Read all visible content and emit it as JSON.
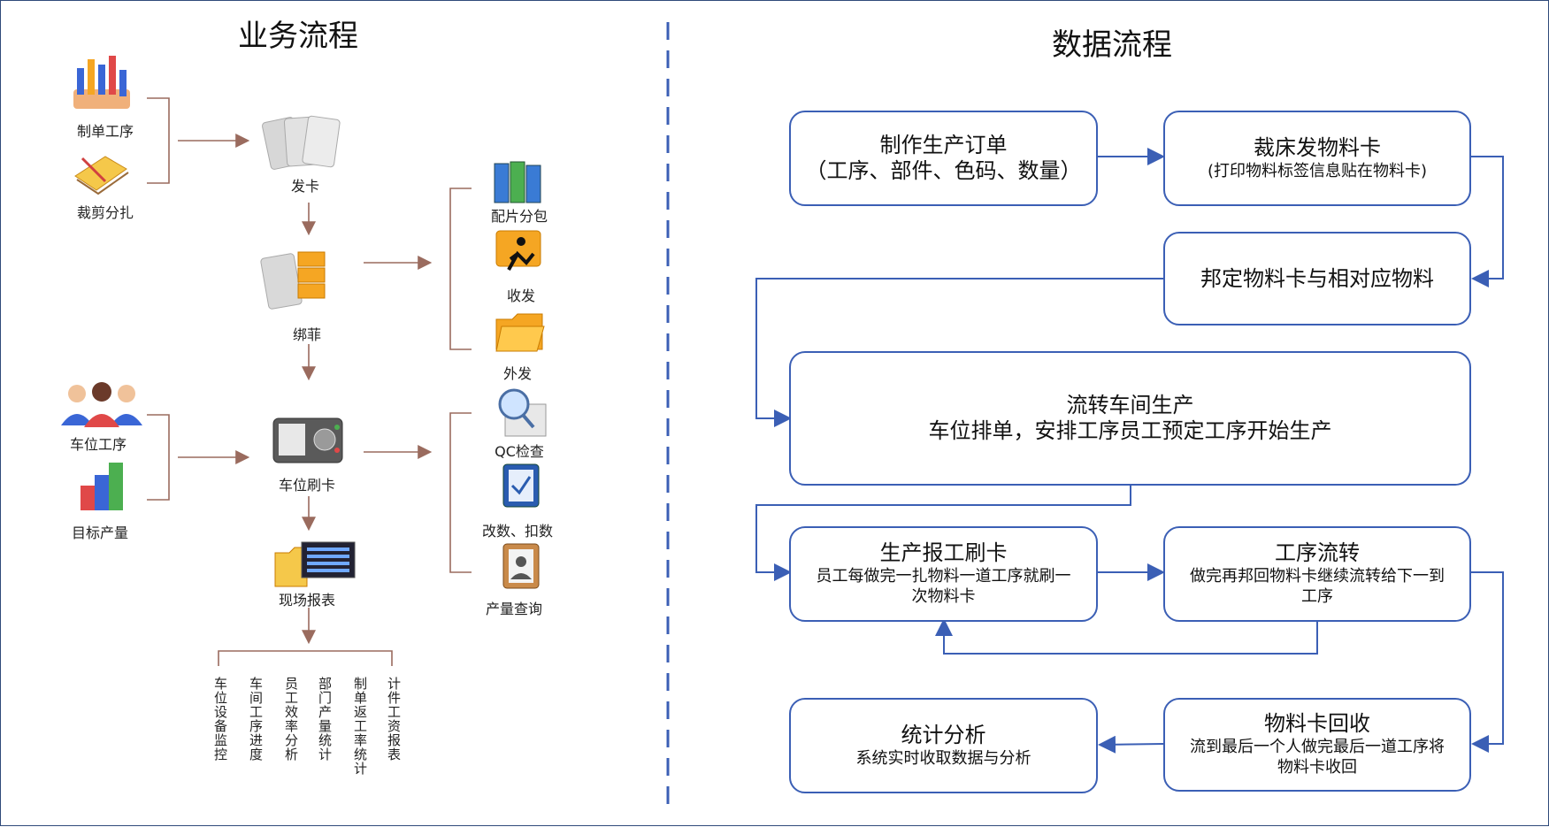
{
  "left": {
    "title": "业务流程",
    "inputs_top": [
      "制单工序",
      "裁剪分扎"
    ],
    "inputs_mid": [
      "车位工序",
      "目标产量"
    ],
    "steps": [
      "发卡",
      "绑菲",
      "车位刷卡",
      "现场报表"
    ],
    "branch_a": [
      "配片分包",
      "收发",
      "外发"
    ],
    "branch_b": [
      "QC检查",
      "改数、扣数",
      "产量查询"
    ],
    "reports": [
      "车位设备监控",
      "车间工序进度",
      "员工效率分析",
      "部门产量统计",
      "制单返工率统计",
      "计件工资报表"
    ]
  },
  "right": {
    "title": "数据流程",
    "box1": {
      "h": "制作生产订单",
      "s": "（工序、部件、色码、数量）"
    },
    "box2": {
      "h": "裁床发物料卡",
      "s": "(打印物料标签信息贴在物料卡)"
    },
    "box3": {
      "h": "邦定物料卡与相对应物料"
    },
    "box4": {
      "h": "流转车间生产",
      "s": "车位排单，安排工序员工预定工序开始生产"
    },
    "box5": {
      "h": "生产报工刷卡",
      "s": "员工每做完一扎物料一道工序就刷一次物料卡"
    },
    "box6": {
      "h": "工序流转",
      "s": "做完再邦回物料卡继续流转给下一到工序"
    },
    "box7": {
      "h": "统计分析",
      "s": "系统实时收取数据与分析"
    },
    "box8": {
      "h": "物料卡回收",
      "s": "流到最后一个人做完最后一道工序将物料卡收回"
    }
  },
  "colors": {
    "accent": "#3b5fb5",
    "connector": "#9a6b5e",
    "divider": "#3b5fb5"
  }
}
